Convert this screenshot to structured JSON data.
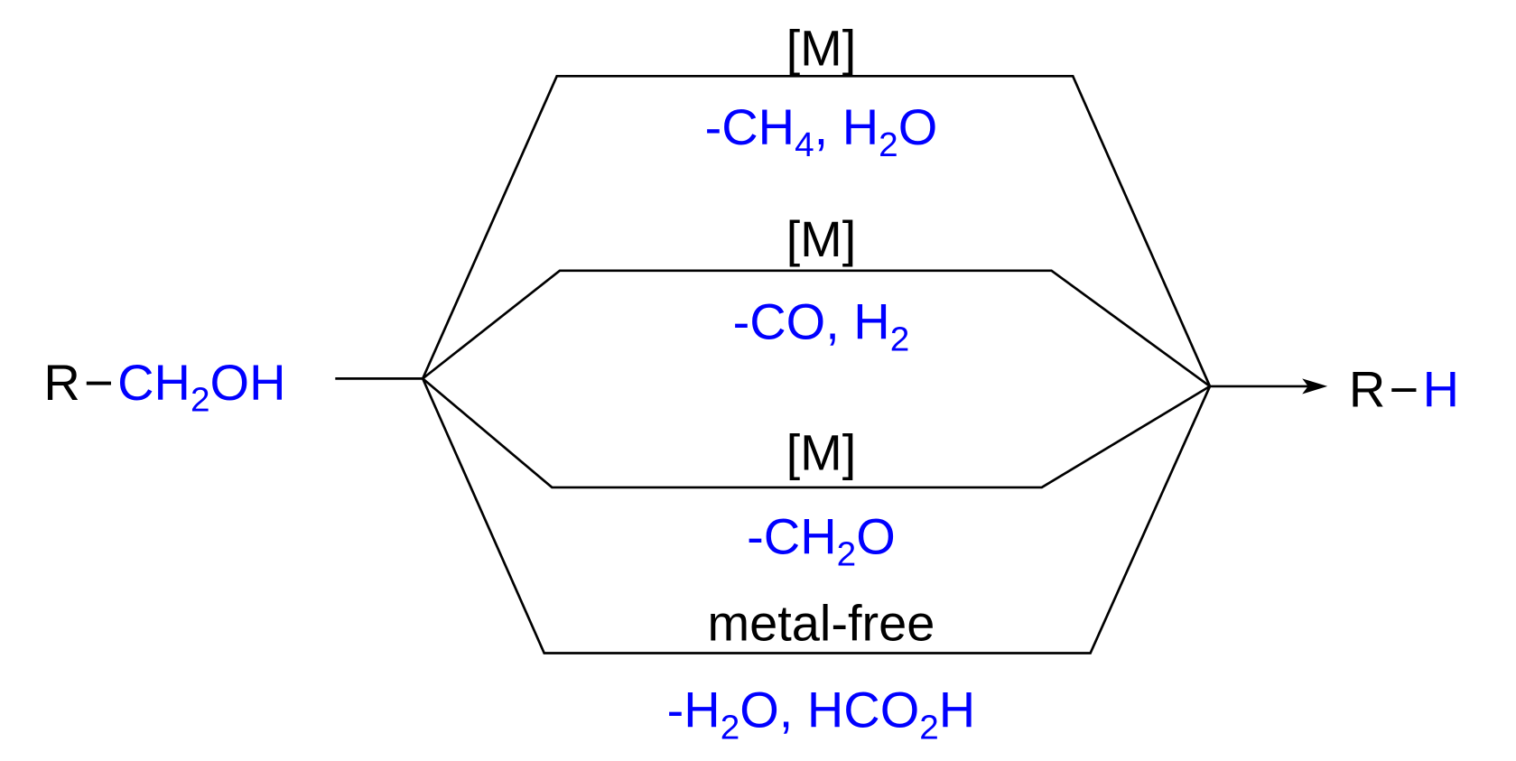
{
  "reactant": {
    "r": "R",
    "bond": "−",
    "group_a": "CH",
    "sub": "2",
    "group_b": "OH"
  },
  "product": {
    "r": "R",
    "bond": "−",
    "h": "H"
  },
  "pathways": [
    {
      "catalyst": "[M]",
      "byproducts": [
        {
          "t": "-CH"
        },
        {
          "s": "4"
        },
        {
          "t": ", H"
        },
        {
          "s": "2"
        },
        {
          "t": "O"
        }
      ]
    },
    {
      "catalyst": "[M]",
      "byproducts": [
        {
          "t": "-CO, H"
        },
        {
          "s": "2"
        }
      ]
    },
    {
      "catalyst": "[M]",
      "byproducts": [
        {
          "t": "-CH"
        },
        {
          "s": "2"
        },
        {
          "t": "O"
        }
      ]
    },
    {
      "catalyst": "metal-free",
      "byproducts": [
        {
          "t": "-H"
        },
        {
          "s": "2"
        },
        {
          "t": "O, HCO"
        },
        {
          "s": "2"
        },
        {
          "t": "H"
        }
      ]
    }
  ],
  "colors": {
    "highlight": "#0000ff",
    "default": "#000000"
  }
}
